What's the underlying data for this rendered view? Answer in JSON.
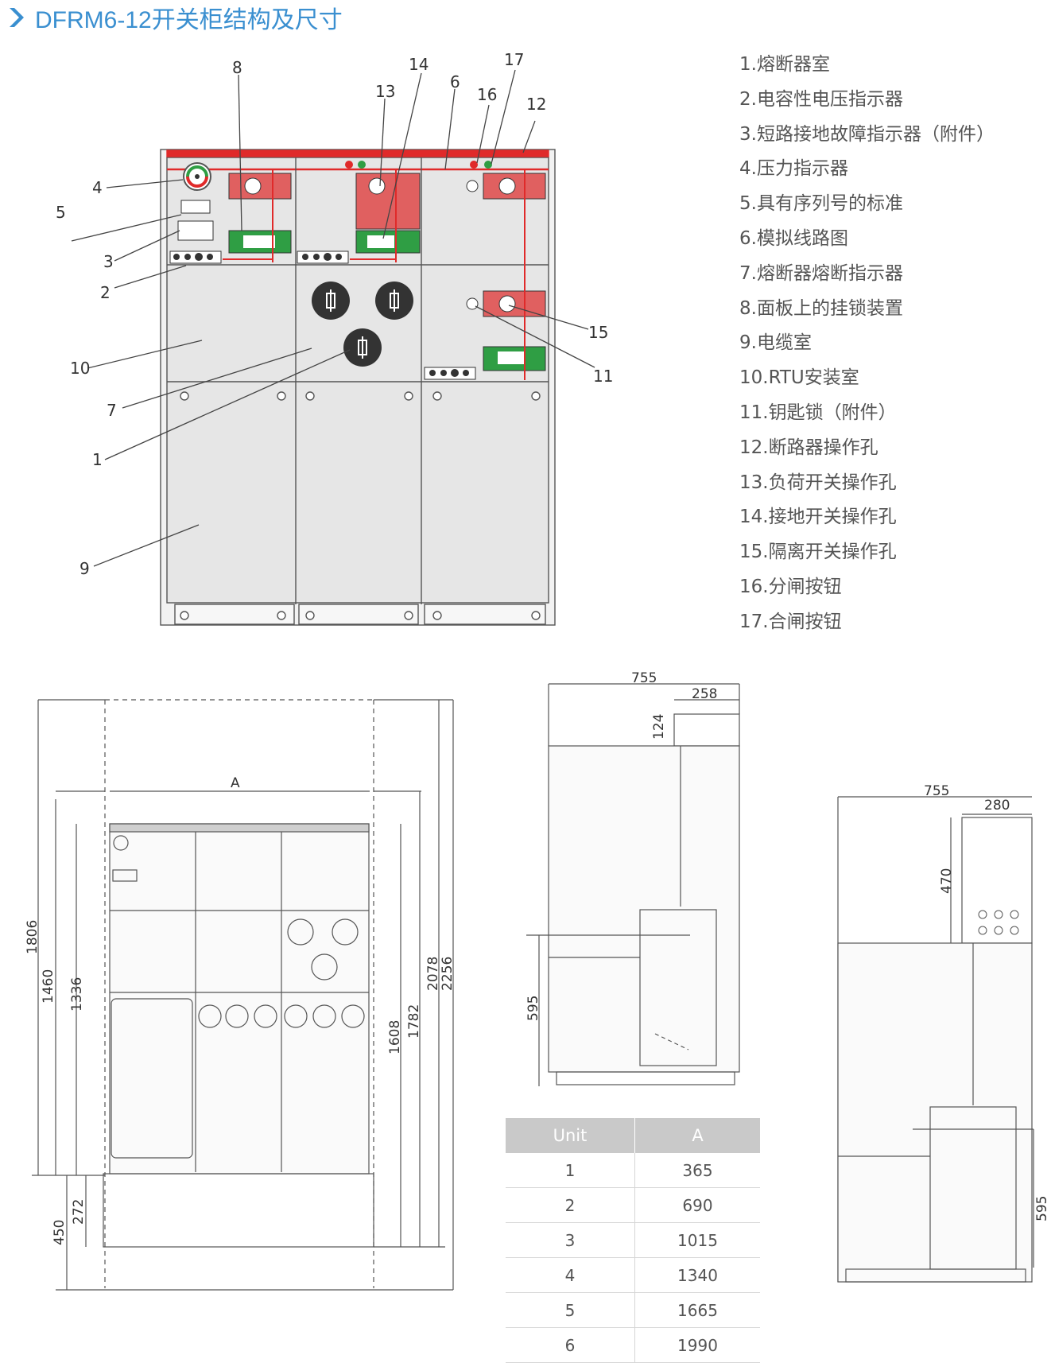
{
  "title": "DFRM6-12开关柜结构及尺寸",
  "colors": {
    "accent": "#3a8fd0",
    "red": "#e02a2a",
    "green": "#2f9e44",
    "panel": "#e6e6e6",
    "line": "#555555"
  },
  "legend": [
    "1.熔断器室",
    "2.电容性电压指示器",
    "3.短路接地故障指示器（附件）",
    "4.压力指示器",
    "5.具有序列号的标准",
    "6.模拟线路图",
    "7.熔断器熔断指示器",
    "8.面板上的挂锁装置",
    "9.电缆室",
    "10.RTU安装室",
    "11.钥匙锁（附件）",
    "12.断路器操作孔",
    "13.负荷开关操作孔",
    "14.接地开关操作孔",
    "15.隔离开关操作孔",
    "16.分闸按钮",
    "17.合闸按钮"
  ],
  "callouts": [
    "1",
    "2",
    "3",
    "4",
    "5",
    "6",
    "7",
    "8",
    "9",
    "10",
    "11",
    "12",
    "13",
    "14",
    "15",
    "16",
    "17"
  ],
  "front_dims": {
    "A": "A",
    "d1806": "1806",
    "d1460": "1460",
    "d1336": "1336",
    "d450": "450",
    "d272": "272",
    "d1608": "1608",
    "d1782": "1782",
    "d2078": "2078",
    "d2256": "2256"
  },
  "side1_dims": {
    "w": "755",
    "top": "258",
    "h1": "124",
    "h2": "595"
  },
  "side2_dims": {
    "w": "755",
    "top": "280",
    "h1": "470",
    "h2": "595"
  },
  "table": {
    "headers": [
      "Unit",
      "A"
    ],
    "rows": [
      [
        "1",
        "365"
      ],
      [
        "2",
        "690"
      ],
      [
        "3",
        "1015"
      ],
      [
        "4",
        "1340"
      ],
      [
        "5",
        "1665"
      ],
      [
        "6",
        "1990"
      ]
    ]
  }
}
